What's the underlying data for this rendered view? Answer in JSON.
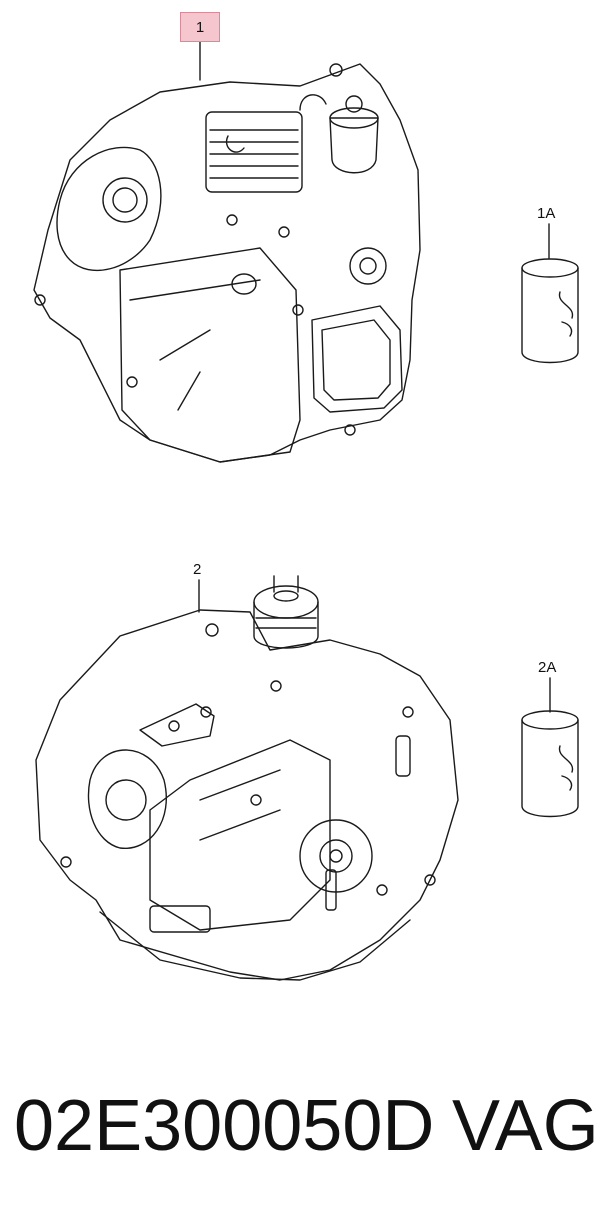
{
  "diagram": {
    "callouts": {
      "item1": "1",
      "item1a": "1A",
      "item2": "2",
      "item2a": "2A"
    },
    "callout_highlight_color": "#f6c6cf",
    "callout_highlight_border": "#d98a98"
  },
  "footer": {
    "part_number": "02E300050D",
    "brand": "VAG"
  }
}
